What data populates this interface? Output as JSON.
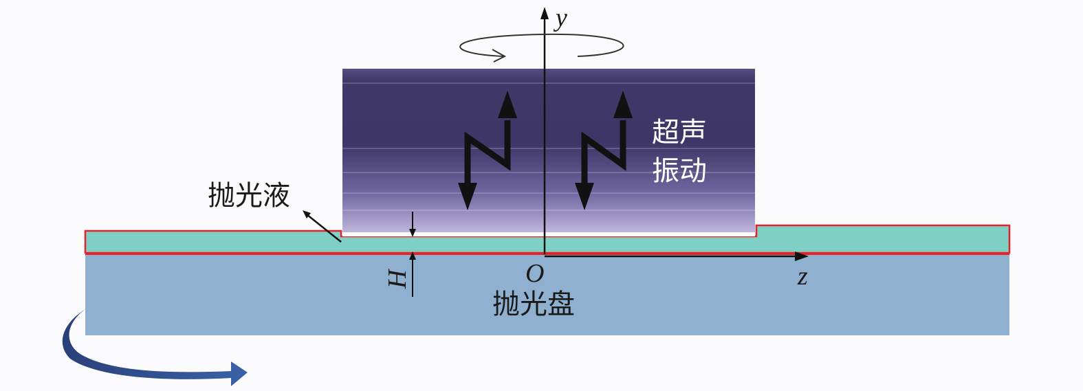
{
  "labels": {
    "y_axis": "y",
    "z_axis": "z",
    "origin": "O",
    "gap_height": "H",
    "polishing_fluid": "抛光液",
    "polishing_pad": "抛光盘",
    "ultrasonic_line1": "超声",
    "ultrasonic_line2": "振动"
  },
  "colors": {
    "workpiece_top": "#3f3868",
    "workpiece_bottom": "#b7acd6",
    "fluid_layer": "#7fd0c4",
    "fluid_outline": "#e8202a",
    "polishing_pad": "#8fb0cf",
    "rotation_arrow": "#2f4f8f",
    "axis": "#111111"
  }
}
